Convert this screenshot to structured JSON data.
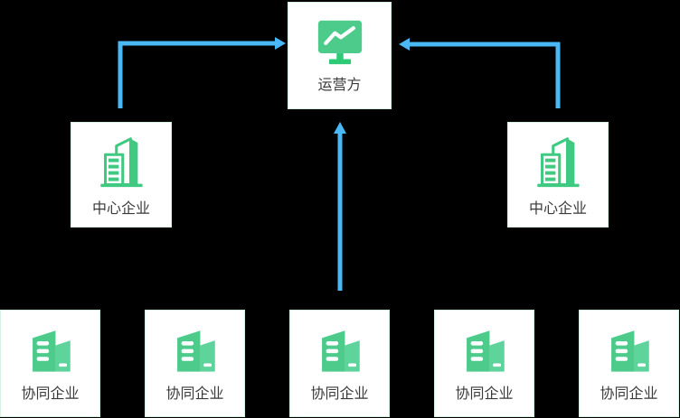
{
  "colors": {
    "background": "#000000",
    "box_bg": "#ffffff",
    "box_border": "#d9f3e3",
    "arrow_blue": "#49b8f5",
    "text": "#3a3a3a",
    "icon_green": "#3fc981",
    "icon_green_fill": "#4ccb8b",
    "icon_green_bright": "#2ecb77",
    "icon_green_light": "#5ed39b"
  },
  "nodes": {
    "operator": {
      "label": "运营方",
      "icon": "monitor-chart-icon"
    },
    "central_left": {
      "label": "中心企业",
      "icon": "office-building-icon"
    },
    "central_right": {
      "label": "中心企业",
      "icon": "office-building-icon"
    },
    "collaborators": [
      {
        "label": "协同企业",
        "icon": "company-building-icon"
      },
      {
        "label": "协同企业",
        "icon": "company-building-icon"
      },
      {
        "label": "协同企业",
        "icon": "company-building-icon"
      },
      {
        "label": "协同企业",
        "icon": "company-building-icon"
      },
      {
        "label": "协同企业",
        "icon": "company-building-icon"
      }
    ]
  },
  "edges": [
    {
      "from": "central_left",
      "to": "operator"
    },
    {
      "from": "central_right",
      "to": "operator"
    },
    {
      "from": "collaborator_middle",
      "to": "operator"
    }
  ]
}
